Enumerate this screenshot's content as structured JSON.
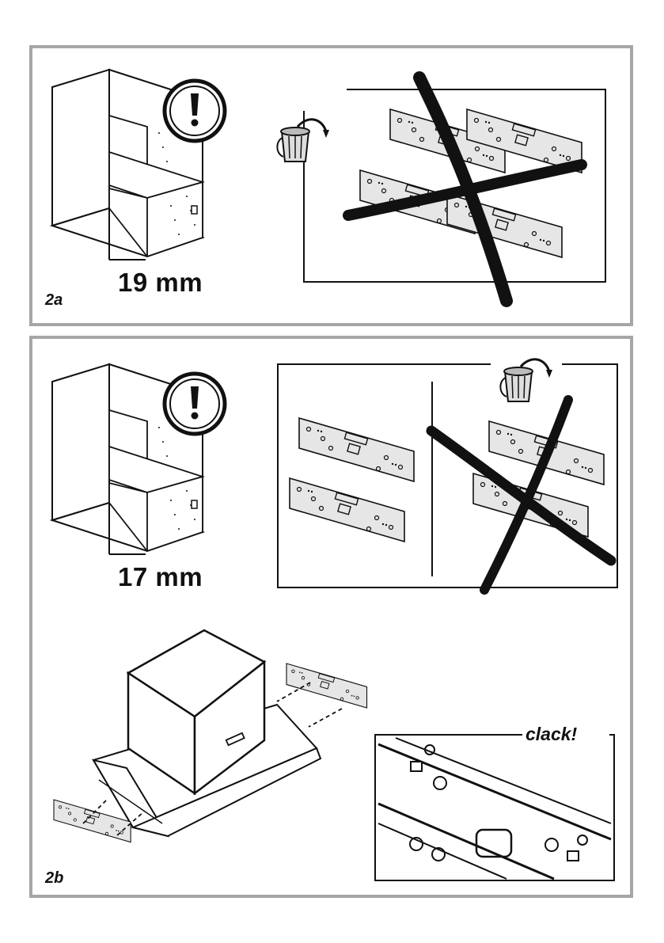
{
  "panel_2a": {
    "step_label": "2a",
    "measurement": "19 mm",
    "warning_icon": "exclamation-circle-icon",
    "discard_icon": "trash-bin-icon"
  },
  "panel_2b": {
    "step_label": "2b",
    "measurement": "17 mm",
    "warning_icon": "exclamation-circle-icon",
    "discard_icon": "trash-bin-icon",
    "detail_callout": "clack!"
  },
  "colors": {
    "panel_border": "#a6a6a6",
    "ink": "#111111",
    "bracket_fill": "#e6e6e6"
  }
}
